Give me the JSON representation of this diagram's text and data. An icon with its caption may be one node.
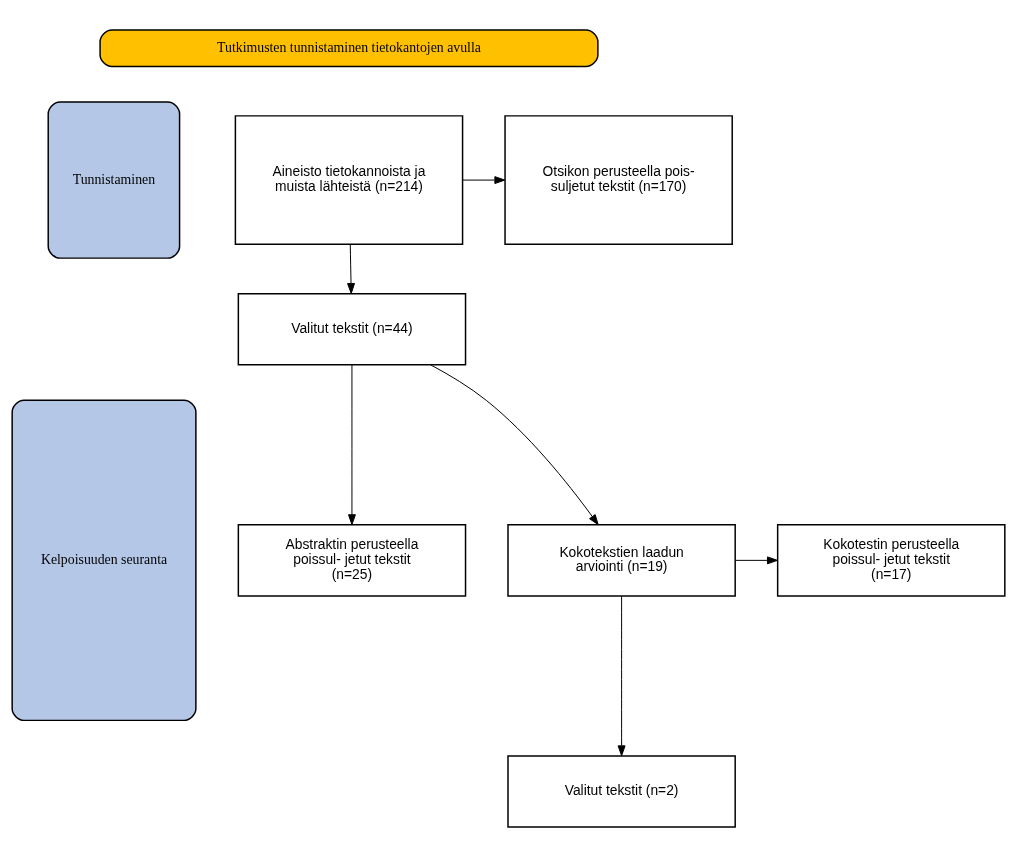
{
  "diagram": {
    "nodes": [
      {
        "text": [
          "Tutkimusten tunnistaminen tietokantojen avulla"
        ]
      },
      {
        "text": [
          "Tunnistaminen"
        ]
      },
      {
        "text": [
          "Kelpoisuuden seuranta"
        ]
      },
      {
        "text": [
          "Aineisto tietokannoista ja muista lähteistä (n=214)"
        ]
      },
      {
        "text": [
          "Otsikon perusteella pois- suljetut tekstit (n=170)"
        ]
      },
      {
        "text": [
          "Valitut tekstit (n=44)"
        ]
      },
      {
        "text": [
          "Abstraktin perusteella poissul- jetut tekstit (n=25)"
        ]
      },
      {
        "text": [
          "Kokotekstien laadun arviointi (n=19)"
        ]
      },
      {
        "text": [
          "Kokotestin perusteella poissul- jetut tekstit (n=17)"
        ]
      },
      {
        "text": [
          "Valitut tekstit (n=2)"
        ]
      }
    ],
    "edges": [
      {
        "from": 3,
        "to": 4,
        "arrow": "to"
      },
      {
        "from": 3,
        "to": 5,
        "arrow": "to"
      },
      {
        "from": 5,
        "to": 6,
        "arrow": "to"
      },
      {
        "from": 5,
        "to": 7,
        "arrow": "to"
      },
      {
        "from": 7,
        "to": 8,
        "arrow": "to"
      },
      {
        "from": 7,
        "to": 9,
        "arrow": "to"
      }
    ]
  }
}
